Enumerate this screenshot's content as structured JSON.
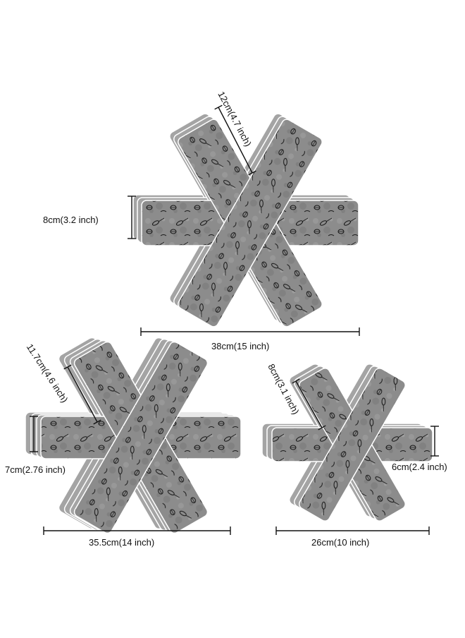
{
  "product": {
    "colors": {
      "felt": "#8c8c8c",
      "felt_dark": "#6f6f6f",
      "felt_light": "#a4a4a4",
      "line": "#111111"
    },
    "items": [
      {
        "size": "large",
        "arm_length": "12cm(4.7 inch)",
        "arm_width": "8cm(3.2 inch)",
        "diameter": "38cm(15 inch)"
      },
      {
        "size": "medium",
        "arm_length": "11.7cm(4.6 inch)",
        "arm_width": "7cm(2.76 inch)",
        "diameter": "35.5cm(14 inch)"
      },
      {
        "size": "small",
        "arm_length": "8cm(3.1 inch)",
        "arm_width": "6cm(2.4 inch)",
        "diameter": "26cm(10 inch)"
      }
    ]
  }
}
